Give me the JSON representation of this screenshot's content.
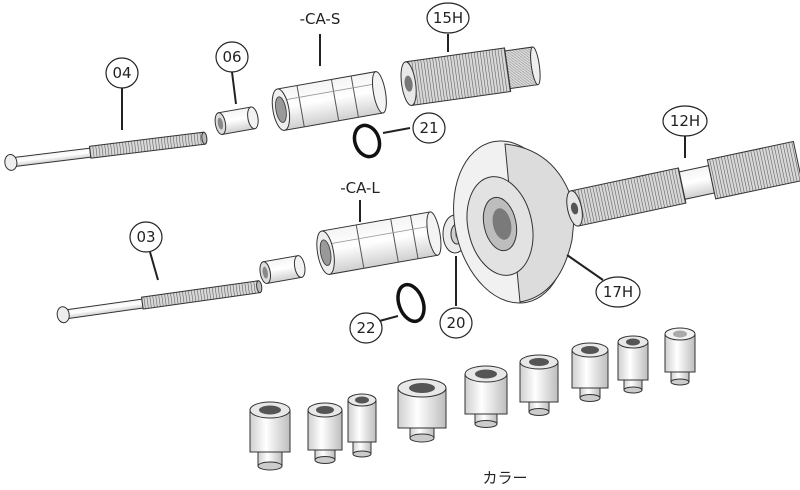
{
  "labels": {
    "p04": "04",
    "p06": "06",
    "caS": "-CA-S",
    "p15H": "15H",
    "p21": "21",
    "p12H": "12H",
    "caL": "-CA-L",
    "p03": "03",
    "p17H": "17H",
    "p22": "22",
    "p20": "20",
    "collar": "カラー"
  }
}
